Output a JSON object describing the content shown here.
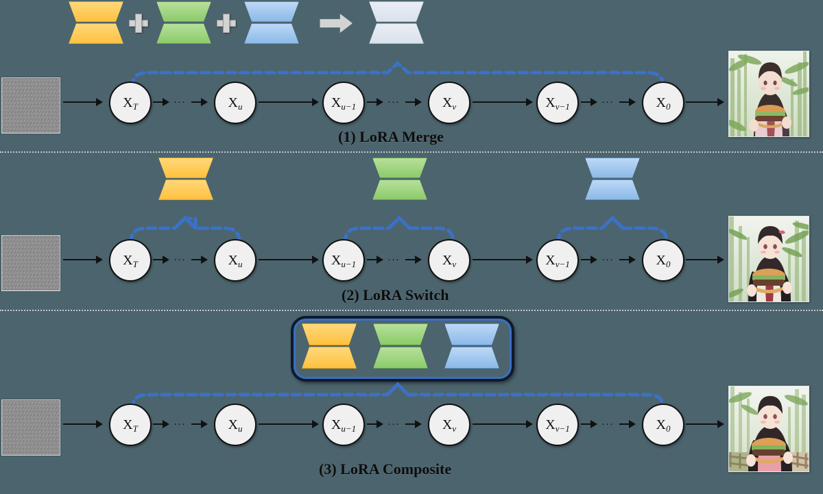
{
  "figure": {
    "background_color": "#4c646d",
    "rows": [
      {
        "id": "lora-merge",
        "caption": "(1) LoRA Merge",
        "adapters": [
          {
            "name": "yellow-lora",
            "color": "#fdc13f"
          },
          {
            "name": "green-lora",
            "color": "#8ccb6a"
          },
          {
            "name": "blue-lora",
            "color": "#8cb9e8"
          },
          {
            "name": "merged-lora",
            "color": "#dae2ec"
          }
        ],
        "operators": [
          "+",
          "+",
          "⇒"
        ],
        "nodes": [
          "X_T",
          "X_u",
          "X_u-1",
          "X_v",
          "X_v-1",
          "X_0"
        ],
        "node_labels": [
          {
            "base": "X",
            "sub": "T"
          },
          {
            "base": "X",
            "sub": "u"
          },
          {
            "base": "X",
            "sub": "u−1"
          },
          {
            "base": "X",
            "sub": "v"
          },
          {
            "base": "X",
            "sub": "v−1"
          },
          {
            "base": "X",
            "sub": "0"
          }
        ],
        "brace_count": 1
      },
      {
        "id": "lora-switch",
        "caption": "(2) LoRA Switch",
        "adapters": [
          {
            "name": "yellow-lora",
            "color": "#fdc13f"
          },
          {
            "name": "green-lora",
            "color": "#8ccb6a"
          },
          {
            "name": "blue-lora",
            "color": "#8cb9e8"
          }
        ],
        "operators": [],
        "nodes": [
          "X_T",
          "X_u",
          "X_u-1",
          "X_v",
          "X_v-1",
          "X_0"
        ],
        "node_labels": [
          {
            "base": "X",
            "sub": "T"
          },
          {
            "base": "X",
            "sub": "u"
          },
          {
            "base": "X",
            "sub": "u−1"
          },
          {
            "base": "X",
            "sub": "v"
          },
          {
            "base": "X",
            "sub": "v−1"
          },
          {
            "base": "X",
            "sub": "0"
          }
        ],
        "brace_count": 3
      },
      {
        "id": "lora-composite",
        "caption": "(3) LoRA Composite",
        "adapters": [
          {
            "name": "yellow-lora",
            "color": "#fdc13f"
          },
          {
            "name": "green-lora",
            "color": "#8ccb6a"
          },
          {
            "name": "blue-lora",
            "color": "#8cb9e8"
          }
        ],
        "operators": [],
        "grouped": true,
        "nodes": [
          "X_T",
          "X_u",
          "X_u-1",
          "X_v",
          "X_v-1",
          "X_0"
        ],
        "node_labels": [
          {
            "base": "X",
            "sub": "T"
          },
          {
            "base": "X",
            "sub": "u"
          },
          {
            "base": "X",
            "sub": "u−1"
          },
          {
            "base": "X",
            "sub": "v"
          },
          {
            "base": "X",
            "sub": "v−1"
          },
          {
            "base": "X",
            "sub": "0"
          }
        ],
        "brace_count": 1
      }
    ],
    "input_name": "gaussian-noise-patch",
    "output_name": "generated-anime-image",
    "ellipsis": "···",
    "brace_color": "#3a72c8",
    "arrow_color": "#111111"
  }
}
